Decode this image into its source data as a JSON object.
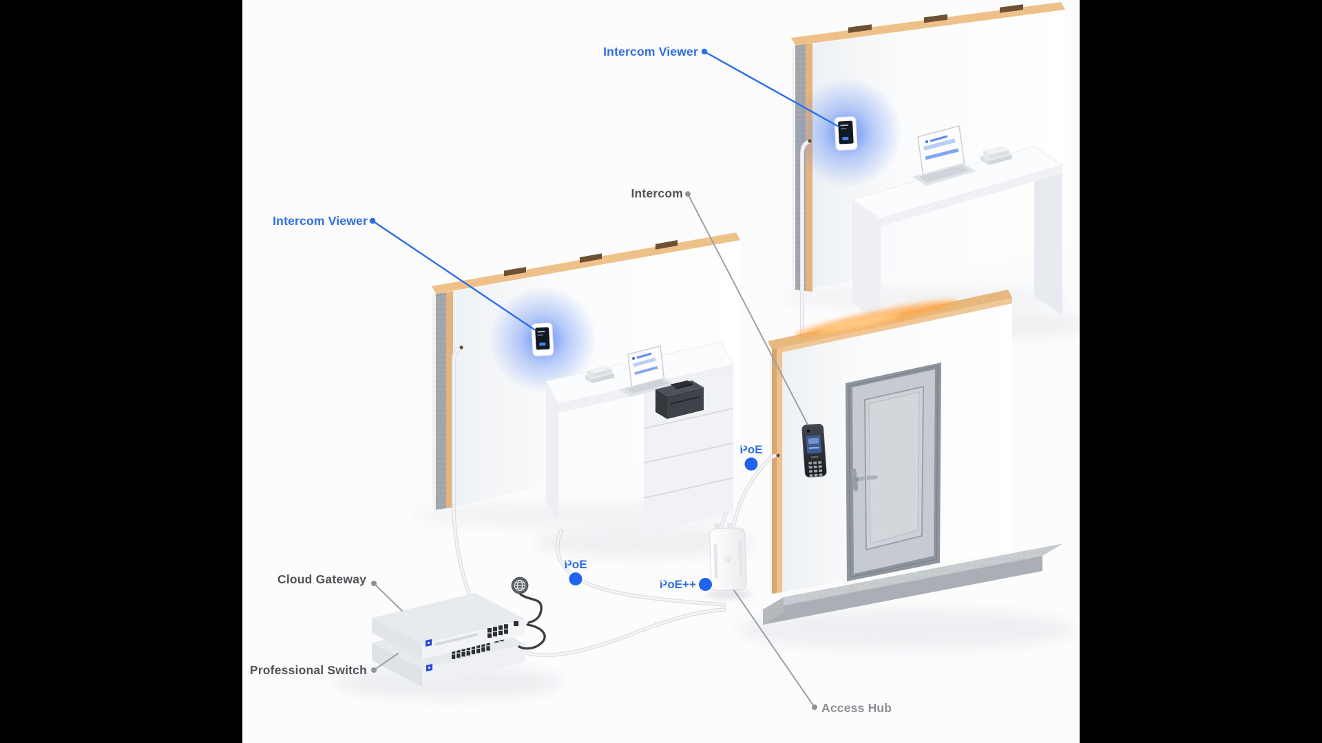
{
  "page": {
    "type": "isometric-network-diagram",
    "letterbox_color": "#000000",
    "canvas_color": "#fcfcfd"
  },
  "theme": {
    "accent_blue": "#2a6cf4",
    "badge_blue": "#1e63f1",
    "label_dark_gray": "#4f5357",
    "label_light_gray": "#8a8e92",
    "annotation_line_gray": "#9aa0a5",
    "wood_tan": "#e4b47e",
    "concrete_gray": "#a3a7ab",
    "glow_blue": "#3f74f4"
  },
  "annotations": {
    "intercom_viewer_top": {
      "label": "Intercom Viewer"
    },
    "intercom_viewer_left": {
      "label": "Intercom Viewer"
    },
    "intercom": {
      "label": "Intercom"
    },
    "poe_wall": {
      "label": "PoE"
    },
    "poe_floor": {
      "label": "PoE"
    },
    "poe_plus": {
      "label": "PoE++"
    },
    "cloud_gateway": {
      "label": "Cloud Gateway"
    },
    "professional_switch": {
      "label": "Professional Switch"
    },
    "access_hub": {
      "label": "Access Hub"
    }
  },
  "icons": {
    "poe_badge": "lightning-bolt",
    "internet": "globe"
  }
}
